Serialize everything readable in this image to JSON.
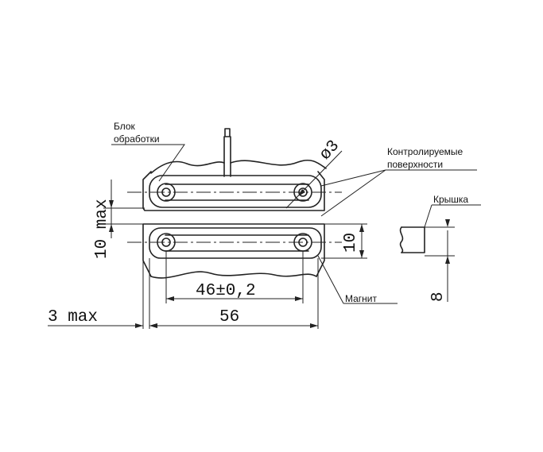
{
  "labels": {
    "block_line1": "Блок",
    "block_line2": "обработки",
    "surfaces_line1": "Контролируемые",
    "surfaces_line2": "поверхности",
    "cover": "Крышка",
    "magnet": "Магнит"
  },
  "dimensions": {
    "hole_diameter": "ø3",
    "gap_max": "10 max",
    "height": "10",
    "hole_spacing": "46±0,2",
    "length": "56",
    "offset_max": "3 max",
    "cover_height": "8"
  }
}
